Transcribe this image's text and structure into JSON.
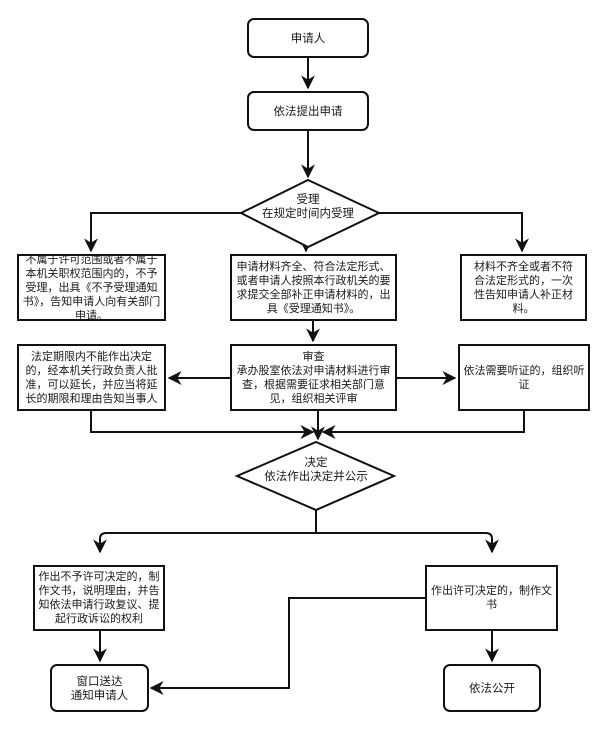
{
  "title": "行政许可办理流程图",
  "nodes": {
    "applicant": {
      "text": "申请人"
    },
    "submit": {
      "text": "依法提出申请"
    },
    "accept": {
      "title": "受理",
      "text": "在规定时间内受理"
    },
    "reject_scope": {
      "text": "不属于许可范围或者不属于本机关职权范围内的，不予受理，出具《不予受理通知书》，告知申请人向有关部门申请。"
    },
    "accept_notice": {
      "text": "申请材料齐全、符合法定形式、或者申请人按照本行政机关的要求提交全部补正申请材料的，出具《受理通知书》。"
    },
    "supplement": {
      "text": "材料不齐全或者不符合法定形式的，一次性告知申请人补正材料。"
    },
    "extend": {
      "text": "法定期限内不能作出决定的，经本机关行政负责人批准，可以延长，并应当将延长的期限和理由告知当事人"
    },
    "review": {
      "title": "审查",
      "text": "承办股室依法对申请材料进行审查，根据需要征求相关部门意见，组织相关评审"
    },
    "hearing": {
      "text": "依法需要听证的，组织听证"
    },
    "decide": {
      "title": "决定",
      "text": "依法作出决定并公示"
    },
    "deny": {
      "text": "作出不予许可决定的，制作文书，说明理由，并告知依法申请行政复议、提起行政诉讼的权利"
    },
    "grant": {
      "text": "作出许可决定的，制作文书"
    },
    "deliver": {
      "line1": "窗口送达",
      "line2": "通知申请人"
    },
    "publish": {
      "text": "依法公开"
    }
  },
  "colors": {
    "stroke": "#111111",
    "fill": "#ffffff",
    "text": "#1a1a1a"
  }
}
